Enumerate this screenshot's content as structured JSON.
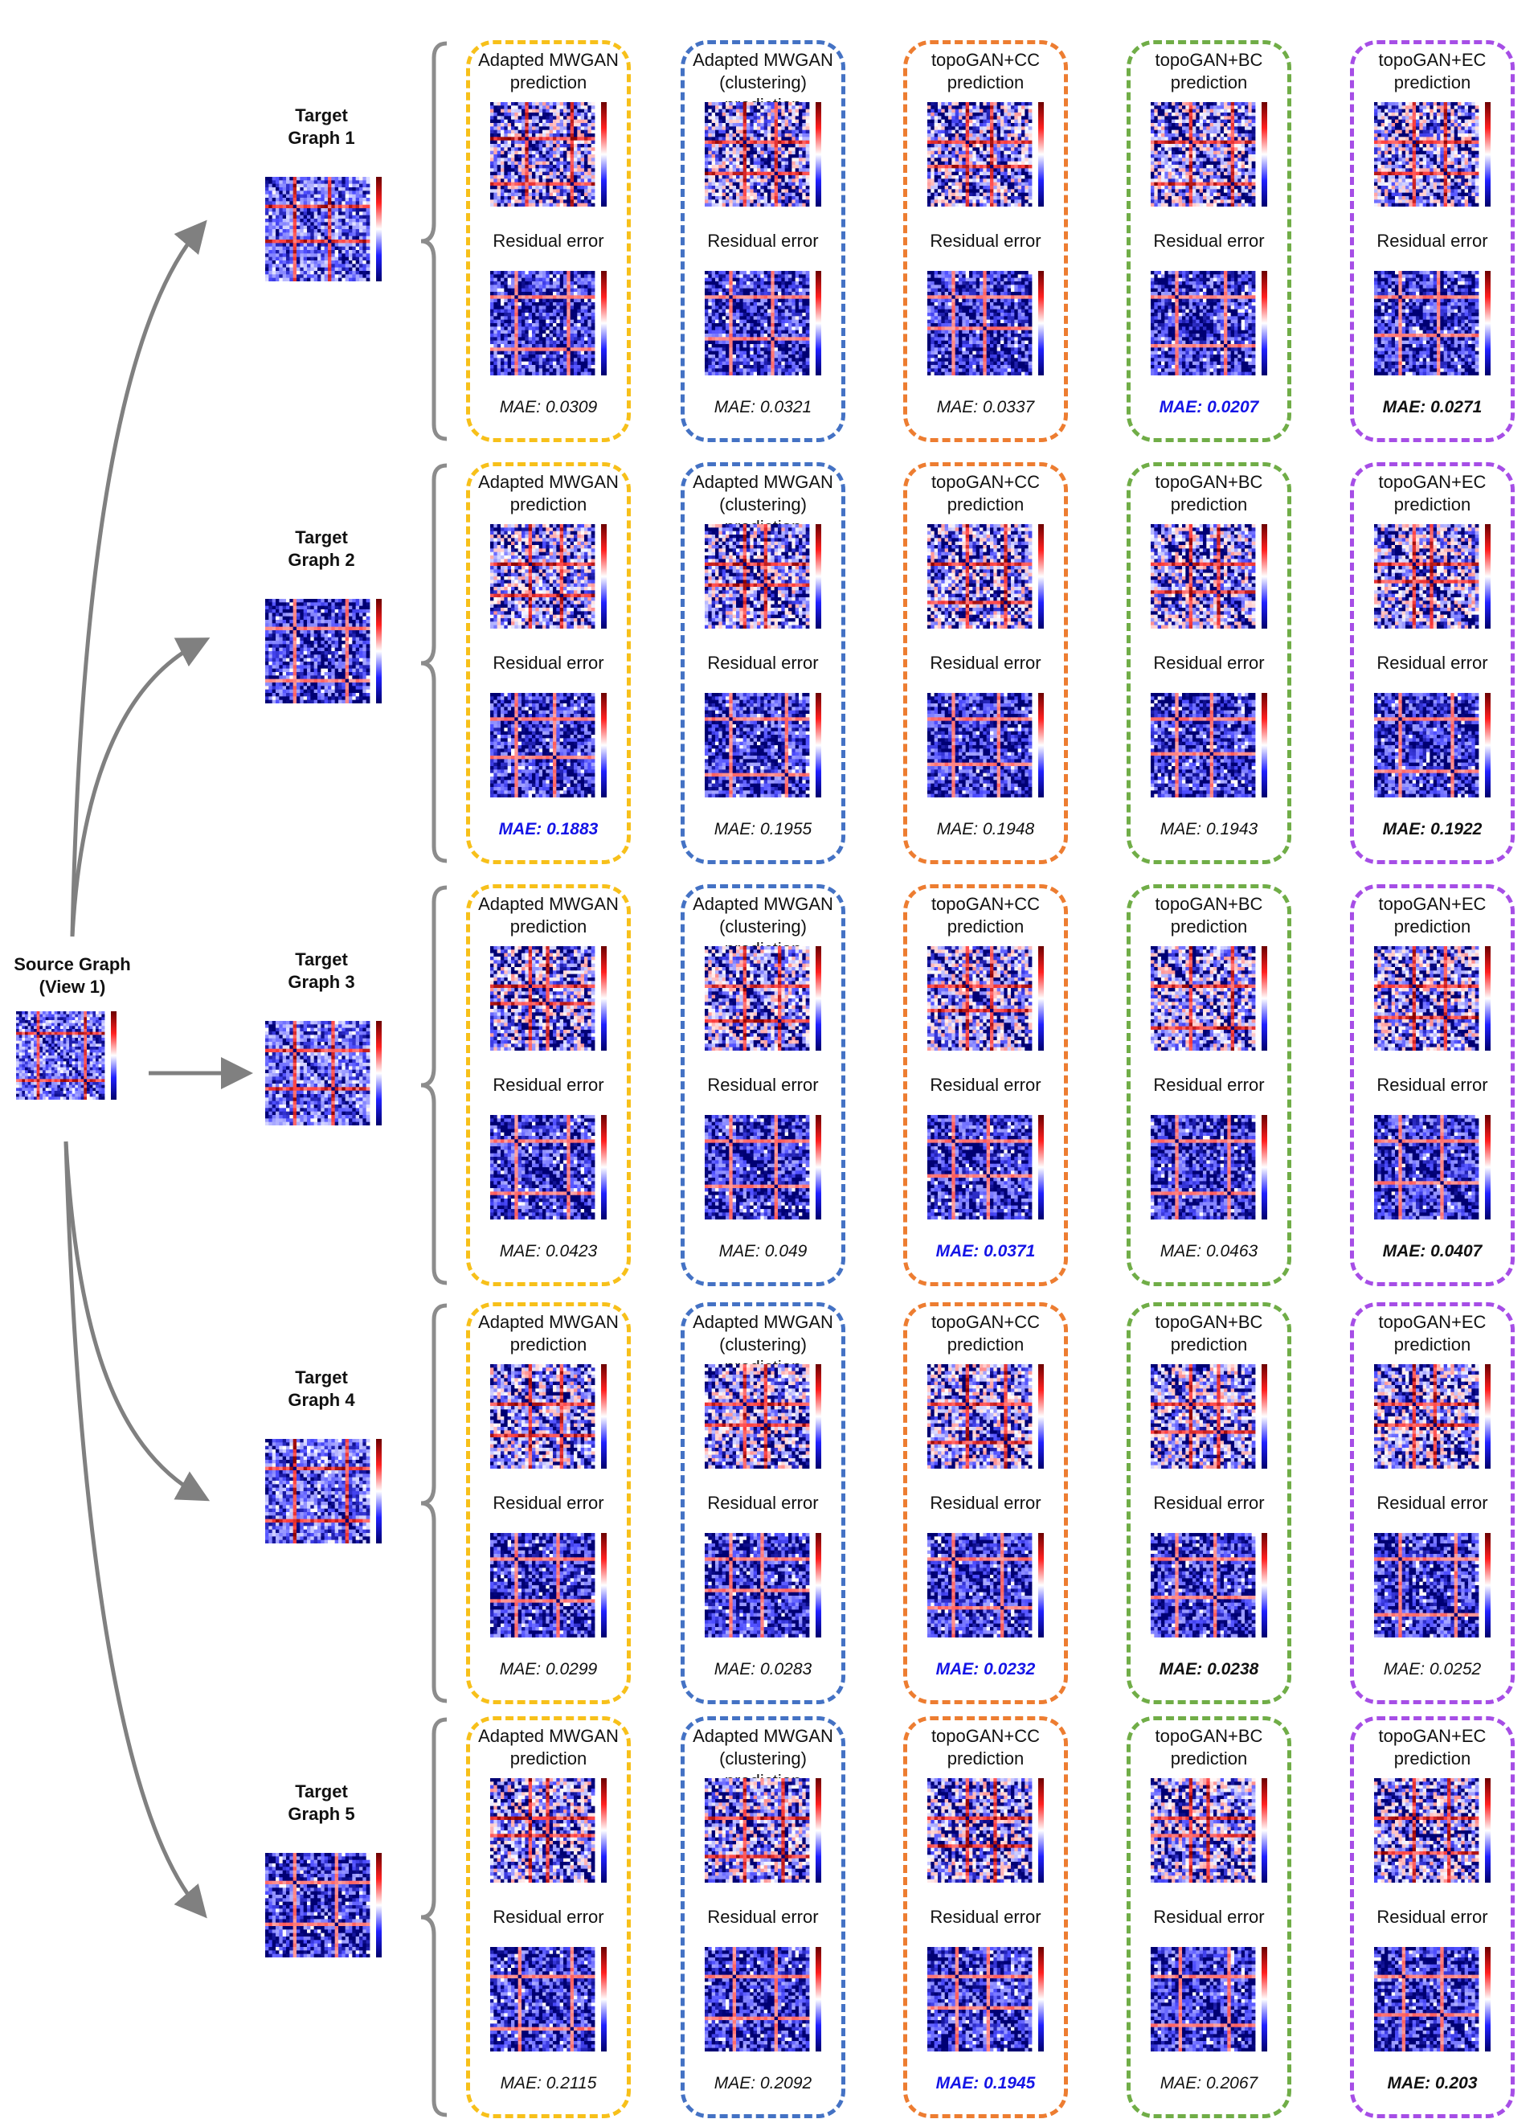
{
  "colors": {
    "arrow": "#808080",
    "brace": "#8c8c8c",
    "best_mae": "#1414e6"
  },
  "source": {
    "line1": "Source Graph",
    "line2": "(View 1)"
  },
  "methods": [
    {
      "key": "mwgan",
      "title1": "Adapted MWGAN",
      "title2": "prediction",
      "color": "#f7c01a"
    },
    {
      "key": "mwganc",
      "title1": "Adapted MWGAN",
      "title2": "(clustering) prediction",
      "color": "#4472c4"
    },
    {
      "key": "topocc",
      "title1": "topoGAN+CC",
      "title2": "prediction",
      "color": "#ed7d31"
    },
    {
      "key": "topobc",
      "title1": "topoGAN+BC",
      "title2": "prediction",
      "color": "#70ad47"
    },
    {
      "key": "topoec",
      "title1": "topoGAN+EC",
      "title2": "prediction",
      "color": "#a64ee6"
    }
  ],
  "residual_label": "Residual error",
  "rows": [
    {
      "target1": "Target",
      "target2": "Graph 1",
      "mae": [
        "MAE: 0.0309",
        "MAE: 0.0321",
        "MAE: 0.0337",
        "MAE: 0.0207",
        "MAE: 0.0271"
      ],
      "mae_style": [
        "normal",
        "normal",
        "normal",
        "best",
        "second"
      ]
    },
    {
      "target1": "Target",
      "target2": "Graph 2",
      "mae": [
        "MAE: 0.1883",
        "MAE: 0.1955",
        "MAE: 0.1948",
        "MAE: 0.1943",
        "MAE: 0.1922"
      ],
      "mae_style": [
        "best",
        "normal",
        "normal",
        "normal",
        "second"
      ]
    },
    {
      "target1": "Target",
      "target2": "Graph 3",
      "mae": [
        "MAE: 0.0423",
        "MAE: 0.049",
        "MAE: 0.0371",
        "MAE: 0.0463",
        "MAE: 0.0407"
      ],
      "mae_style": [
        "normal",
        "normal",
        "best",
        "normal",
        "second"
      ]
    },
    {
      "target1": "Target",
      "target2": "Graph 4",
      "mae": [
        "MAE: 0.0299",
        "MAE: 0.0283",
        "MAE: 0.0232",
        "MAE: 0.0238",
        "MAE: 0.0252"
      ],
      "mae_style": [
        "normal",
        "normal",
        "best",
        "second",
        "normal"
      ]
    },
    {
      "target1": "Target",
      "target2": "Graph 5",
      "mae": [
        "MAE: 0.2115",
        "MAE: 0.2092",
        "MAE: 0.1945",
        "MAE: 0.2067",
        "MAE: 0.203"
      ],
      "mae_style": [
        "normal",
        "normal",
        "best",
        "normal",
        "second"
      ]
    }
  ]
}
